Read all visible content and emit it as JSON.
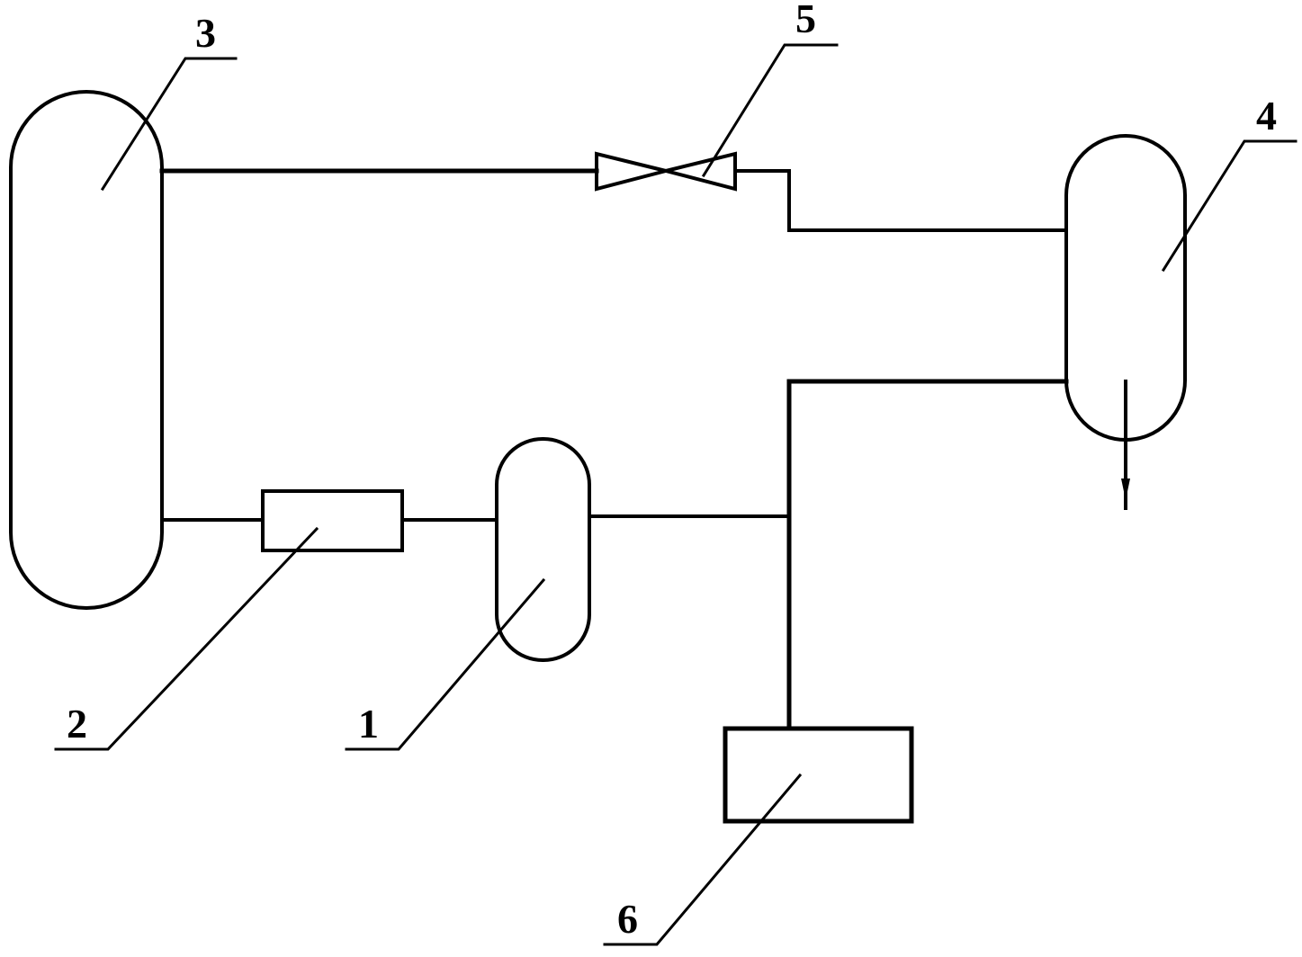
{
  "diagram": {
    "components": [
      {
        "id": "1",
        "label": "1",
        "shape": "vessel"
      },
      {
        "id": "2",
        "label": "2",
        "shape": "rectangle"
      },
      {
        "id": "3",
        "label": "3",
        "shape": "vessel"
      },
      {
        "id": "4",
        "label": "4",
        "shape": "vessel"
      },
      {
        "id": "5",
        "label": "5",
        "shape": "valve"
      },
      {
        "id": "6",
        "label": "6",
        "shape": "rectangle"
      }
    ],
    "connections": [
      {
        "from": "3",
        "to": "5"
      },
      {
        "from": "5",
        "to": "4"
      },
      {
        "from": "3",
        "to": "2"
      },
      {
        "from": "2",
        "to": "1"
      },
      {
        "from": "1",
        "to": "6"
      },
      {
        "from": "4",
        "to": "6"
      }
    ],
    "outlet_arrow": {
      "from": "4",
      "direction": "down"
    },
    "colors": {
      "line": "#000000",
      "background": "#ffffff"
    }
  }
}
